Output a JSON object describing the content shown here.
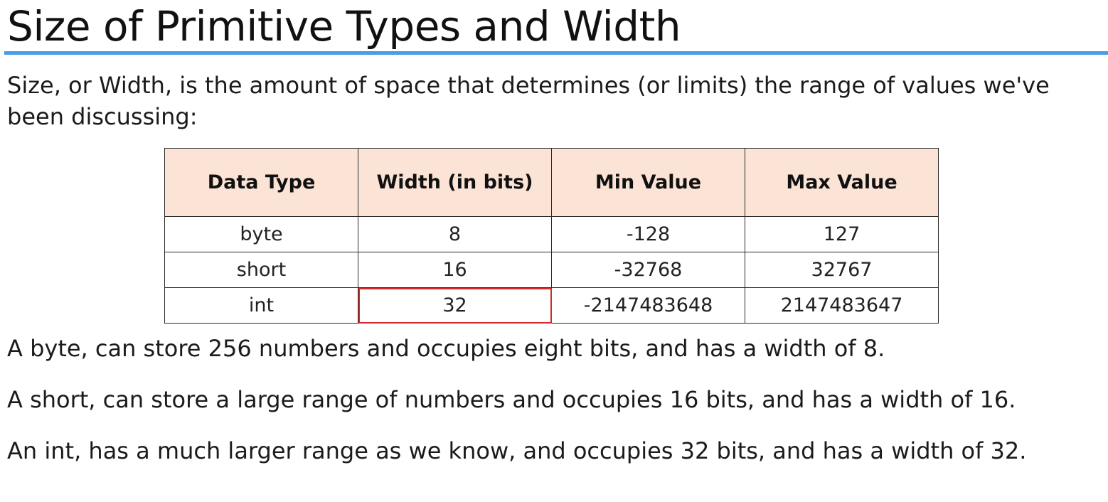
{
  "title": "Size of Primitive Types and Width",
  "intro": "Size, or Width, is the amount of space that determines (or limits) the range of values we've been discussing:",
  "table": {
    "headers": [
      "Data Type",
      "Width (in bits)",
      "Min Value",
      "Max Value"
    ],
    "rows": [
      [
        "byte",
        "8",
        "-128",
        "127"
      ],
      [
        "short",
        "16",
        "-32768",
        "32767"
      ],
      [
        "int",
        "32",
        "-2147483648",
        "2147483647"
      ]
    ],
    "highlight_color": "#d42a2a",
    "header_background": "#fbe3d6"
  },
  "paragraphs": [
    "A byte, can store 256 numbers and occupies eight bits, and has a width of 8.",
    "A short, can store a large range of numbers and occupies 16 bits, and has a width of 16.",
    "An int, has a much larger range as we know, and occupies 32 bits, and has a width of 32."
  ],
  "accent_color": "#4a9be8"
}
